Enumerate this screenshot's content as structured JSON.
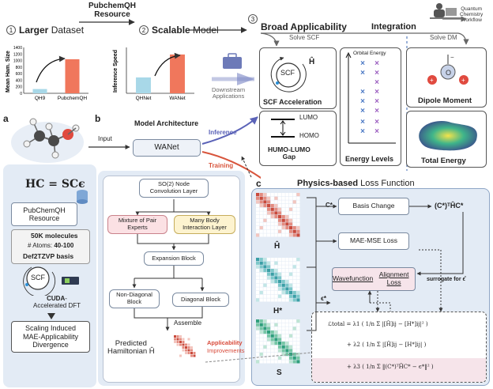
{
  "top": {
    "step1": {
      "num": "1",
      "title_bold": "Larger",
      "title_rest": " Dataset"
    },
    "resource_label": "PubchemQH\nResource",
    "step2": {
      "num": "2",
      "title_bold": "Scalable",
      "title_rest": " Model"
    },
    "step3": {
      "num": "3",
      "title": "Broad Applicability"
    },
    "integration": "Integration",
    "solve_scf": "Solve SCF",
    "solve_dm": "Solve DM",
    "workflow": "Quantum\nChemistry\nWorkflow",
    "downstream": "Downstream\nApplications"
  },
  "chart_data": [
    {
      "type": "bar",
      "ylabel": "Mean Ham. Size",
      "categories": [
        "QH9",
        "PubchemQH"
      ],
      "values": [
        130,
        1040
      ],
      "yticks": [
        "0",
        "200",
        "400",
        "600",
        "800",
        "1000",
        "1200",
        "1400"
      ],
      "ylim": [
        0,
        1400
      ],
      "colors": [
        "#a8d8e8",
        "#f0775c"
      ]
    },
    {
      "type": "bar",
      "ylabel": "Inference Speed",
      "categories": [
        "QHNet",
        "WANet"
      ],
      "values": [
        0.45,
        1.1
      ],
      "ylim": [
        0,
        1.3
      ],
      "colors": [
        "#a8d8e8",
        "#f0775c"
      ]
    }
  ],
  "apps": {
    "scf": {
      "title": "SCF Acceleration",
      "circle": "SCF",
      "h": "Ĥ"
    },
    "gap": {
      "title": "HUMO-LUMO\nGap",
      "lumo": "LUMO",
      "homo": "HOMO"
    },
    "levels": {
      "title": "Energy Levels",
      "axis": "Orbital Energy"
    },
    "dipole": {
      "title": "Dipole Moment"
    },
    "energy": {
      "title": "Total Energy"
    }
  },
  "panel_a": {
    "label": "a",
    "equation": "HC = SCϵ",
    "resource": "PubChemQH\nResource",
    "stats_line1": "50K molecules",
    "stats_line2_pre": "# Atoms: ",
    "stats_line2_bold": "40-100",
    "stats_line3": "Def2TZVP basis",
    "scf": "SCF",
    "cuda_bold": "CUDA",
    "cuda_rest": "-\nAccelerated DFT",
    "smad": "Scaling Induced\nMAE-Applicability\nDivergence"
  },
  "panel_b": {
    "label": "b",
    "title": "Model Architecture",
    "input": "Input",
    "wanet": "WANet",
    "inference": "Inference",
    "training": "Training",
    "so2": "SO(2) Node\nConvolution Layer",
    "mixture": "Mixture of Pair\nExperts",
    "manybody": "Many Body\nInteraction Layer",
    "expansion": "Expansion Block",
    "nondiag": "Non-Diagonal\nBlock",
    "diag": "Diagonal Block",
    "assemble": "Assemble",
    "predicted": "Predicted\nHamiltonian Ĥ",
    "applicability": "Applicability",
    "improvements": "Improvements"
  },
  "panel_c": {
    "label": "c",
    "title_bold": "Physics-based",
    "title_rest": " Loss Function",
    "h_hat": "Ĥ",
    "h_star": "H*",
    "s": "S",
    "c_star": "C*",
    "eps_star": "ϵ*",
    "basis_change": "Basis Change",
    "basis_out": "(C*)ᵀĤC*",
    "mae_mse": "MAE-MSE Loss",
    "wave1": "Wavefunction",
    "wave2": "Alignment Loss",
    "surrogate": "surrogate for ϵ̂",
    "loss_total": "ℒtotal = λ1 ( 1/n Σ |[Ĥ]ij − [H*]ij|² )",
    "loss_2": "+ λ2 ( 1/n Σ |[Ĥ]ij − [H*]ij| )",
    "loss_3": "+ λ3 ( 1/n Σ ‖(C*)ᵀĤC* − ϵ*‖² )"
  }
}
